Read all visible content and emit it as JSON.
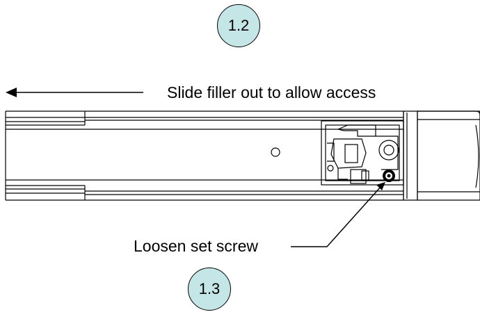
{
  "colors": {
    "badge_fill": "#c5e6e6",
    "line": "#000000",
    "background": "#ffffff"
  },
  "steps": {
    "top": "1.2",
    "bottom": "1.3"
  },
  "annotations": {
    "slide": "Slide filler out to allow access",
    "screw": "Loosen set screw"
  },
  "icons": {
    "direction_arrow": "arrow-left-icon",
    "leader": "leader-line-icon"
  }
}
